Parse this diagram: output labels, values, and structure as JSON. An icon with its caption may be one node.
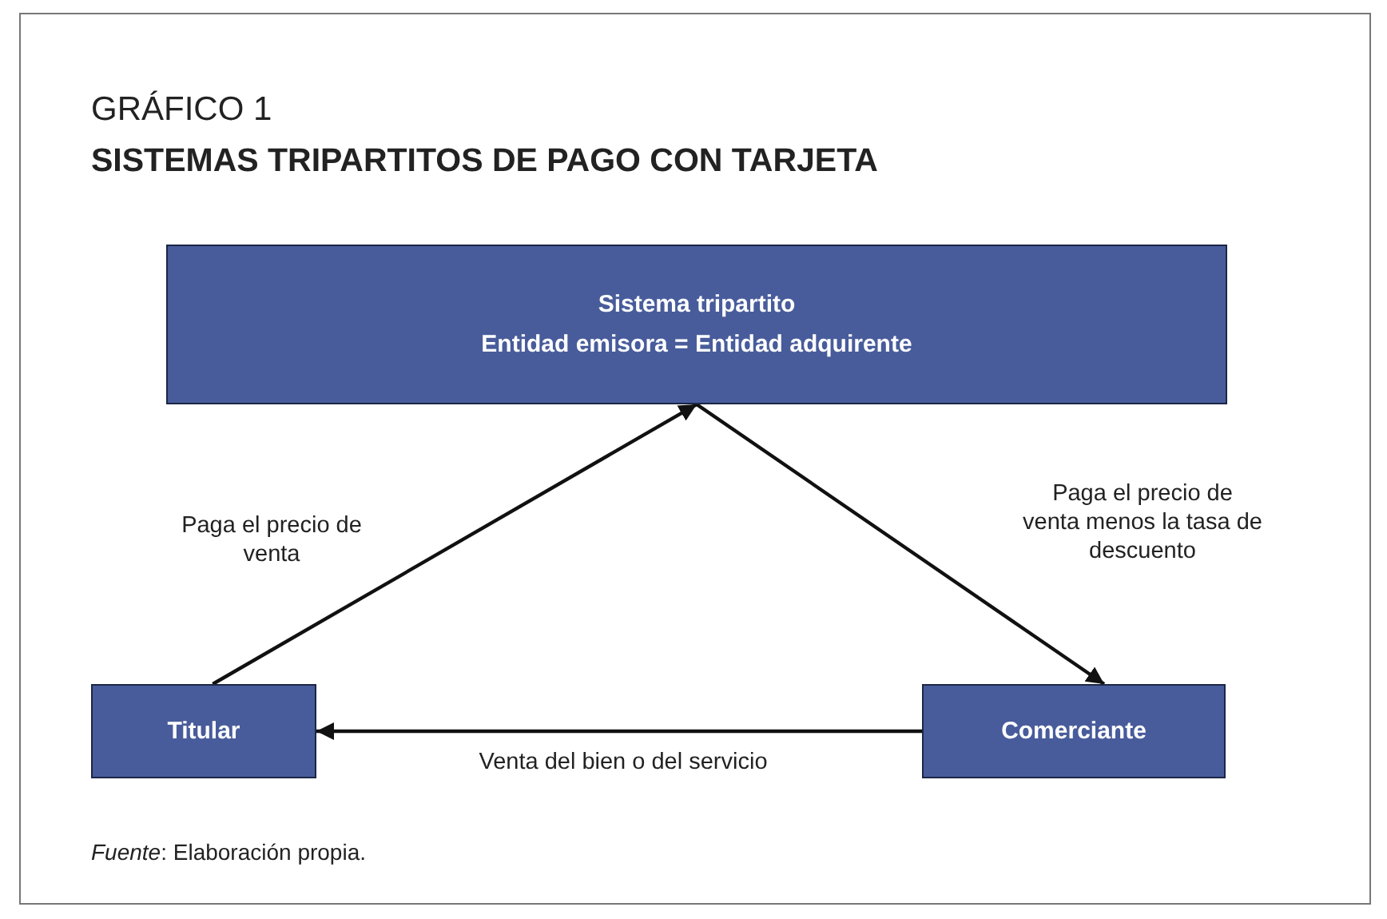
{
  "diagram": {
    "title": "SISTEMAS TRIPARTITOS DE PAGO CON TARJETA",
    "caption": "*Fuente*: Elaboración propia.",
    "nodes": [
      {
        "text": [
          "Sistema tripartito",
          "Entidad emisora = Entidad adquirente"
        ]
      },
      {
        "text": [
          "Titular"
        ]
      },
      {
        "text": [
          "Comerciante"
        ]
      }
    ],
    "edges": [
      {
        "from": 1,
        "to": 0,
        "arrow": "to",
        "label": "Paga el precio de venta"
      },
      {
        "from": 0,
        "to": 2,
        "arrow": "to",
        "label": "Paga el precio de venta menos la tasa de descuento"
      },
      {
        "from": 2,
        "to": 1,
        "arrow": "to",
        "label": "Venta del bien o del servicio"
      }
    ],
    "labels": [
      "GRÁFICO 1"
    ]
  }
}
